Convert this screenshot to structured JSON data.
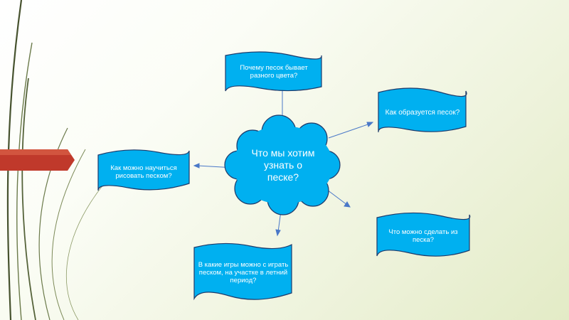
{
  "colors": {
    "banner_fill": "#00b0f0",
    "banner_stroke": "#1f3a6a",
    "cloud_fill": "#00b0f0",
    "connector": "#4a78c8",
    "accent_arrow": "#c0392b",
    "decor_lines": "#6b7a4a"
  },
  "center": {
    "text": "Что мы хотим узнать о песке?",
    "shape": "cloud"
  },
  "questions": [
    {
      "id": "color",
      "text": "Почему песок бывает разного цвета?"
    },
    {
      "id": "forms",
      "text": "Как образуется песок?"
    },
    {
      "id": "draw",
      "text": "Как можно научиться рисовать песком?"
    },
    {
      "id": "make",
      "text": "Что можно сделать из песка?"
    },
    {
      "id": "games",
      "text": "В какие игры можно с играть песком, на участке в летний период?"
    }
  ]
}
